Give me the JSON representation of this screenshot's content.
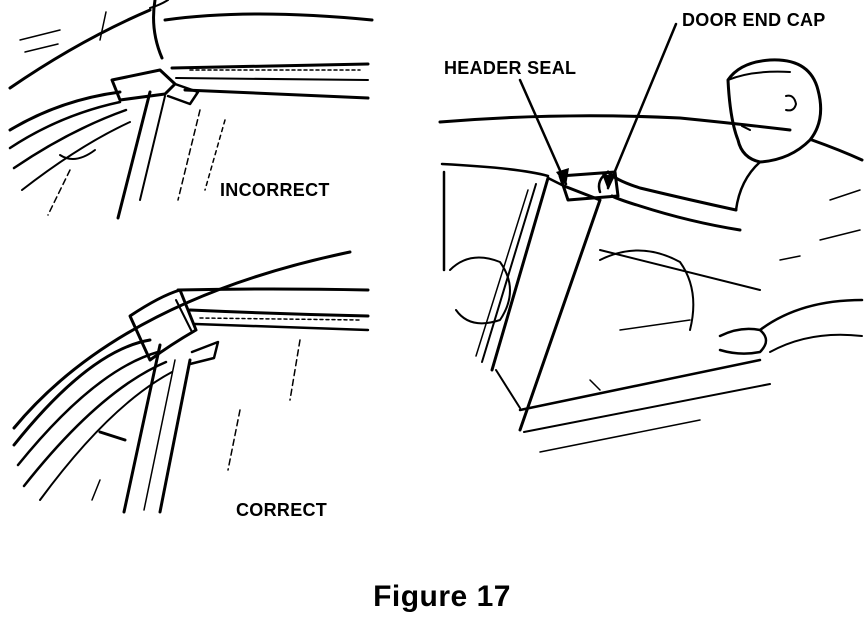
{
  "labels": {
    "incorrect": "INCORRECT",
    "correct": "CORRECT",
    "header_seal": "HEADER SEAL",
    "door_end_cap": "DOOR END CAP"
  },
  "caption": "Figure 17",
  "colors": {
    "ink": "#000000",
    "paper": "#ffffff"
  }
}
